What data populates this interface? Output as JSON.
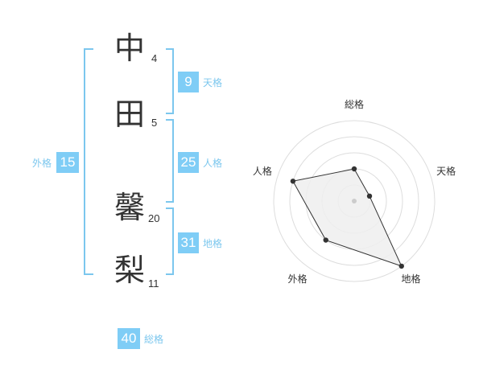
{
  "name": {
    "characters": [
      {
        "char": "中",
        "strokes": "4"
      },
      {
        "char": "田",
        "strokes": "5"
      },
      {
        "char": "馨",
        "strokes": "20"
      },
      {
        "char": "梨",
        "strokes": "11"
      }
    ]
  },
  "fortunes": {
    "tenkaku": {
      "value": "9",
      "label": "天格"
    },
    "jinkaku": {
      "value": "25",
      "label": "人格"
    },
    "chikaku": {
      "value": "31",
      "label": "地格"
    },
    "gaikaku": {
      "value": "15",
      "label": "外格"
    },
    "soukaku": {
      "value": "40",
      "label": "総格"
    }
  },
  "colors": {
    "accent": "#7fcdf6",
    "bracket": "#7cc7ee",
    "text": "#333333"
  },
  "chart_data": {
    "type": "radar",
    "axes": [
      "総格",
      "天格",
      "地格",
      "外格",
      "人格"
    ],
    "series": [
      {
        "values": [
          2,
          1,
          5,
          3,
          4
        ]
      }
    ],
    "range": [
      0,
      5
    ],
    "rings": 5
  }
}
